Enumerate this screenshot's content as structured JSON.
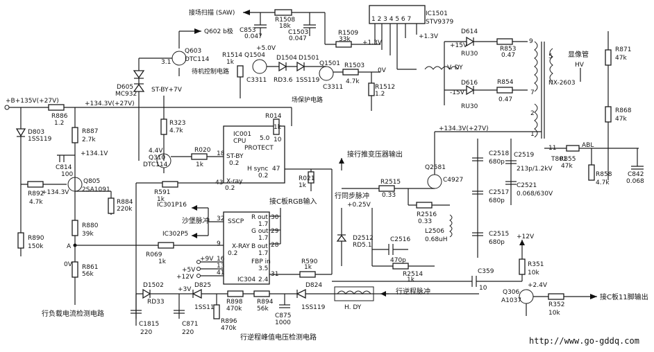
{
  "top": {
    "field_scan": "接场扫描 (SAW)",
    "r1508": "R1508",
    "r1508_v": "18k",
    "c853": "C853",
    "c853_v": "0.047",
    "c1503": "C1503",
    "c1503_v": "0.047",
    "r1509": "R1509",
    "r1509_v": "33k",
    "v13a": "+1.3V",
    "pins": "1 2 3 4 5 6 7",
    "ic1501": "IC1501",
    "ic1501_part": "STV9379",
    "v13b": "+1.3V"
  },
  "standby": {
    "q602_b": "Q602 b极",
    "q603": "Q603",
    "q603_part": "DTC114",
    "v31": "3.1",
    "ctrl": "待机控制电路",
    "d605": "D605",
    "d605_part": "MC932",
    "st_by": "ST-BY+7V",
    "r323": "R323",
    "r323_v": "4.7k",
    "v44": "4.4V",
    "q310": "Q310",
    "q310_part": "DTC114",
    "r020": "R020",
    "r020_v": "1k"
  },
  "protect": {
    "r1514": "R1514",
    "r1514_v": "1k",
    "v50": "+5.0V",
    "q1504": "Q1504",
    "c3311a": "C3311",
    "d1504": "D1504",
    "rd36": "RD3.6",
    "d1501": "D1501",
    "iss119a": "1SS119",
    "q1501": "Q1501",
    "c3311b": "C3311",
    "r1503": "R1503",
    "r1503_v": "4.7k",
    "v0": "0V",
    "r1512": "R1512",
    "r1512_v": "1.2",
    "field_prot": "场保护电路"
  },
  "vdy": {
    "d614": "D614",
    "v15p": "+15V",
    "ru30a": "RU30",
    "d616": "D616",
    "v15n": "-15V",
    "ru30b": "RU30",
    "r853": "R853",
    "r853_v": "0.47",
    "r854": "R854",
    "r854_v": "0.47",
    "vdy": "V. DY",
    "crt_a": "显像管",
    "crt_b": "HV",
    "r871": "R871",
    "r871_v": "47k",
    "r868": "R868",
    "r868_v": "47k",
    "fbt": "NX-2603",
    "t801": "T801",
    "pin9": "9",
    "pin5": "5",
    "pin7": "7",
    "pin2": "2",
    "pin1": "1",
    "pin11": "11",
    "abl": "ABL",
    "r855": "R855",
    "r855_v": "47k",
    "r858": "R858",
    "r858_v": "4.7k",
    "c842": "C842",
    "c842_v": "0.068"
  },
  "left": {
    "b_plus": "+B+135V(+27V)",
    "r886": "R886",
    "r886_v": "1.2",
    "rail": "+134.3V(+27V)",
    "d803": "D803",
    "iss119": "1SS119",
    "r887": "R887",
    "r887_v": "2.7k",
    "v1341": "+134.1V",
    "c814": "C814",
    "c814_v": "100",
    "r892": "R892",
    "r892_v": "4.7k",
    "v1343": "+134.3V",
    "q805": "Q805",
    "q805_part": "2SA1091",
    "r884": "R884",
    "r884_v": "220k",
    "r890": "R890",
    "r890_v": "150k",
    "r880": "R880",
    "r880_v": "39k",
    "node_a": "A",
    "v0": "0V",
    "r861": "R861",
    "r861_v": "56k",
    "load_detect": "行负载电流检测电路"
  },
  "cpu": {
    "r014": "R014",
    "r014_v": "1k",
    "ic001": "IC001",
    "cpu": "CPU",
    "protect": "PROTECT",
    "v50": "5.0",
    "p10": "10",
    "st_by": "ST-BY",
    "v02a": "0.2",
    "p18": "18",
    "p43": "43",
    "xray": "X-ray",
    "v02b": "0.2",
    "h_sync": "H sync",
    "p47": "47",
    "v02c": "0.2",
    "r021": "R021",
    "r021_v": "1k"
  },
  "ic304": {
    "r591": "R591",
    "r591_v": "1k",
    "ic301": "IC301P16",
    "sand": "沙堡脉冲",
    "ic302": "IC302P5",
    "sscp": "SSCP",
    "p32": "32",
    "r_out": "R out",
    "r_v": "1.7",
    "p30": "30",
    "g_out": "G out",
    "g_v": "1.7",
    "p29": "29",
    "b_out": "B out",
    "b_v": "1.7",
    "p28": "28",
    "rgb_in": "接C板RGB输入",
    "xray": "X-RAY",
    "p9": "9",
    "v02": "0.2",
    "fbp": "FBP in",
    "v35": "3.5",
    "p31": "31",
    "name": "IC304",
    "v24": "2.4",
    "v9": "+9V",
    "p16": "16",
    "v5": "+5V",
    "p13": "13",
    "v12": "+12V",
    "p41": "41",
    "r069": "R069",
    "r069_v": "1k",
    "r590": "R590",
    "r590_v": "1k"
  },
  "hdrive": {
    "drv_out": "接行推变压器输出",
    "h_sync_pulse": "行同步脉冲",
    "v025": "+0.25V",
    "r2515": "R2515",
    "r2515_v": "0.33",
    "q2581": "Q2581",
    "c4927": "C4927",
    "r2516": "R2516",
    "r2516_v": "0.33",
    "l2506": "L2506",
    "l2506_v": "0.68uH",
    "d2512": "D2512",
    "rd51": "RD5.1",
    "c2516": "C2516",
    "c2516_v": "470p",
    "r2514": "R2514",
    "r2514_v": "1k",
    "v1343": "+134.3V(+27V)",
    "c2518": "C2518",
    "c2518_v": "680p",
    "c2519": "C2519",
    "c2519_v": "213p/1.2kV",
    "c2517": "C2517",
    "c2517_v": "680p",
    "c2521": "C2521",
    "c2521_v": "0.068/630V",
    "c2515": "C2515",
    "c2515_v": "680p"
  },
  "bottom": {
    "d1502": "D1502",
    "rd33": "RD33",
    "v3": "+3V",
    "d825": "D825",
    "iss119a": "1SS119",
    "r898": "R898",
    "r898_v": "470k",
    "r894": "R894",
    "r894_v": "56k",
    "d824": "D824",
    "iss119b": "1SS119",
    "flyback": "行逆程脉冲",
    "hdy": "H. DY",
    "c875": "C875",
    "c875_v": "1000",
    "c1815": "C1815",
    "c1815_v": "220",
    "c871": "C871",
    "c871_v": "220",
    "r896": "R896",
    "r896_v": "470k",
    "peak_detect": "行逆程峰值电压检测电路",
    "c359": "C359",
    "c359_v": "10",
    "v12": "+12V",
    "r351": "R351",
    "r351_v": "10k",
    "v24": "+2.4V",
    "q306": "Q306",
    "q306_part": "A1037",
    "r352": "R352",
    "r352_v": "10k",
    "out_c": "接C板11脚输出",
    "url": "http://www.go-gddq.com"
  }
}
